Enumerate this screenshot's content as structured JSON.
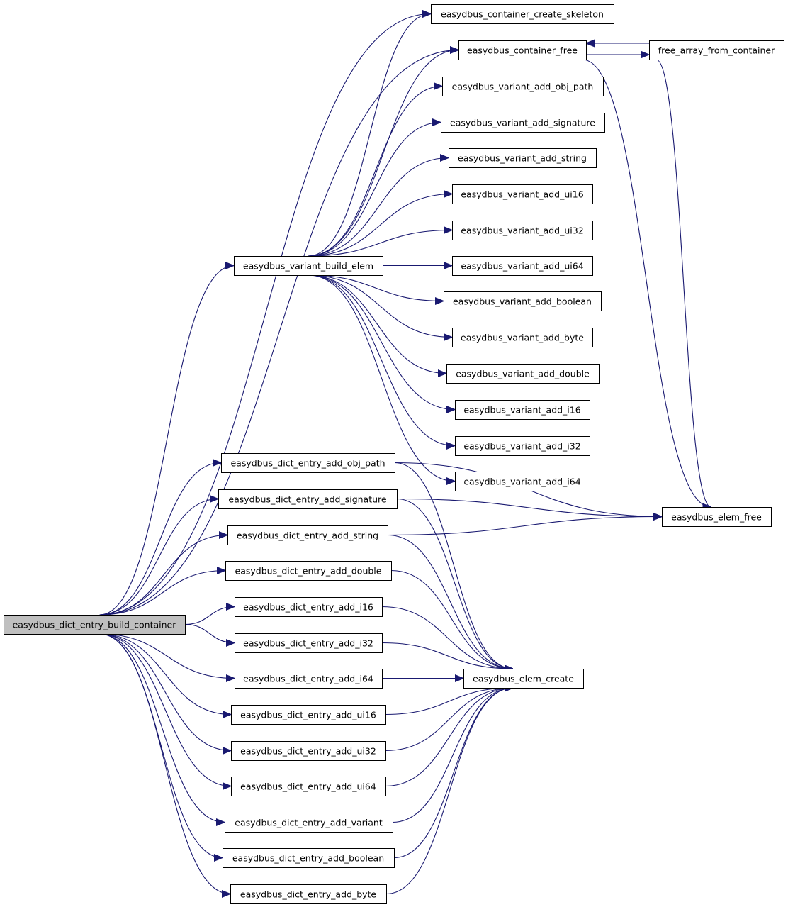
{
  "graph": {
    "edge_color": "#191970",
    "root_fill": "#bfbfbf",
    "nodes": [
      {
        "id": "root",
        "label": "easydbus_dict_entry_build_container"
      },
      {
        "id": "create_skeleton",
        "label": "easydbus_container_create_skeleton"
      },
      {
        "id": "container_free",
        "label": "easydbus_container_free"
      },
      {
        "id": "free_array",
        "label": "free_array_from_container"
      },
      {
        "id": "v_obj_path",
        "label": "easydbus_variant_add_obj_path"
      },
      {
        "id": "v_signature",
        "label": "easydbus_variant_add_signature"
      },
      {
        "id": "v_string",
        "label": "easydbus_variant_add_string"
      },
      {
        "id": "v_ui16",
        "label": "easydbus_variant_add_ui16"
      },
      {
        "id": "v_ui32",
        "label": "easydbus_variant_add_ui32"
      },
      {
        "id": "v_ui64",
        "label": "easydbus_variant_add_ui64"
      },
      {
        "id": "v_build",
        "label": "easydbus_variant_build_elem"
      },
      {
        "id": "v_boolean",
        "label": "easydbus_variant_add_boolean"
      },
      {
        "id": "v_byte",
        "label": "easydbus_variant_add_byte"
      },
      {
        "id": "v_double",
        "label": "easydbus_variant_add_double"
      },
      {
        "id": "v_i16",
        "label": "easydbus_variant_add_i16"
      },
      {
        "id": "v_i32",
        "label": "easydbus_variant_add_i32"
      },
      {
        "id": "v_i64",
        "label": "easydbus_variant_add_i64"
      },
      {
        "id": "d_obj_path",
        "label": "easydbus_dict_entry_add_obj_path"
      },
      {
        "id": "d_signature",
        "label": "easydbus_dict_entry_add_signature"
      },
      {
        "id": "d_string",
        "label": "easydbus_dict_entry_add_string"
      },
      {
        "id": "d_double",
        "label": "easydbus_dict_entry_add_double"
      },
      {
        "id": "d_i16",
        "label": "easydbus_dict_entry_add_i16"
      },
      {
        "id": "d_i32",
        "label": "easydbus_dict_entry_add_i32"
      },
      {
        "id": "d_i64",
        "label": "easydbus_dict_entry_add_i64"
      },
      {
        "id": "d_ui16",
        "label": "easydbus_dict_entry_add_ui16"
      },
      {
        "id": "d_ui32",
        "label": "easydbus_dict_entry_add_ui32"
      },
      {
        "id": "d_ui64",
        "label": "easydbus_dict_entry_add_ui64"
      },
      {
        "id": "d_variant",
        "label": "easydbus_dict_entry_add_variant"
      },
      {
        "id": "d_boolean",
        "label": "easydbus_dict_entry_add_boolean"
      },
      {
        "id": "d_byte",
        "label": "easydbus_dict_entry_add_byte"
      },
      {
        "id": "elem_free",
        "label": "easydbus_elem_free"
      },
      {
        "id": "elem_create",
        "label": "easydbus_elem_create"
      }
    ],
    "edges": [
      [
        "root",
        "create_skeleton"
      ],
      [
        "root",
        "container_free"
      ],
      [
        "root",
        "v_build"
      ],
      [
        "root",
        "d_obj_path"
      ],
      [
        "root",
        "d_signature"
      ],
      [
        "root",
        "d_string"
      ],
      [
        "root",
        "d_double"
      ],
      [
        "root",
        "d_i16"
      ],
      [
        "root",
        "d_i32"
      ],
      [
        "root",
        "d_i64"
      ],
      [
        "root",
        "d_ui16"
      ],
      [
        "root",
        "d_ui32"
      ],
      [
        "root",
        "d_ui64"
      ],
      [
        "root",
        "d_variant"
      ],
      [
        "root",
        "d_boolean"
      ],
      [
        "root",
        "d_byte"
      ],
      [
        "container_free",
        "free_array"
      ],
      [
        "free_array",
        "container_free"
      ],
      [
        "container_free",
        "elem_free"
      ],
      [
        "free_array",
        "elem_free"
      ],
      [
        "v_build",
        "create_skeleton"
      ],
      [
        "v_build",
        "container_free"
      ],
      [
        "v_build",
        "v_obj_path"
      ],
      [
        "v_build",
        "v_signature"
      ],
      [
        "v_build",
        "v_string"
      ],
      [
        "v_build",
        "v_ui16"
      ],
      [
        "v_build",
        "v_ui32"
      ],
      [
        "v_build",
        "v_ui64"
      ],
      [
        "v_build",
        "v_boolean"
      ],
      [
        "v_build",
        "v_byte"
      ],
      [
        "v_build",
        "v_double"
      ],
      [
        "v_build",
        "v_i16"
      ],
      [
        "v_build",
        "v_i32"
      ],
      [
        "v_build",
        "v_i64"
      ],
      [
        "d_obj_path",
        "elem_free"
      ],
      [
        "d_signature",
        "elem_free"
      ],
      [
        "d_string",
        "elem_free"
      ],
      [
        "d_obj_path",
        "elem_create"
      ],
      [
        "d_signature",
        "elem_create"
      ],
      [
        "d_string",
        "elem_create"
      ],
      [
        "d_double",
        "elem_create"
      ],
      [
        "d_i16",
        "elem_create"
      ],
      [
        "d_i32",
        "elem_create"
      ],
      [
        "d_i64",
        "elem_create"
      ],
      [
        "d_ui16",
        "elem_create"
      ],
      [
        "d_ui32",
        "elem_create"
      ],
      [
        "d_ui64",
        "elem_create"
      ],
      [
        "d_variant",
        "elem_create"
      ],
      [
        "d_boolean",
        "elem_create"
      ],
      [
        "d_byte",
        "elem_create"
      ]
    ]
  }
}
